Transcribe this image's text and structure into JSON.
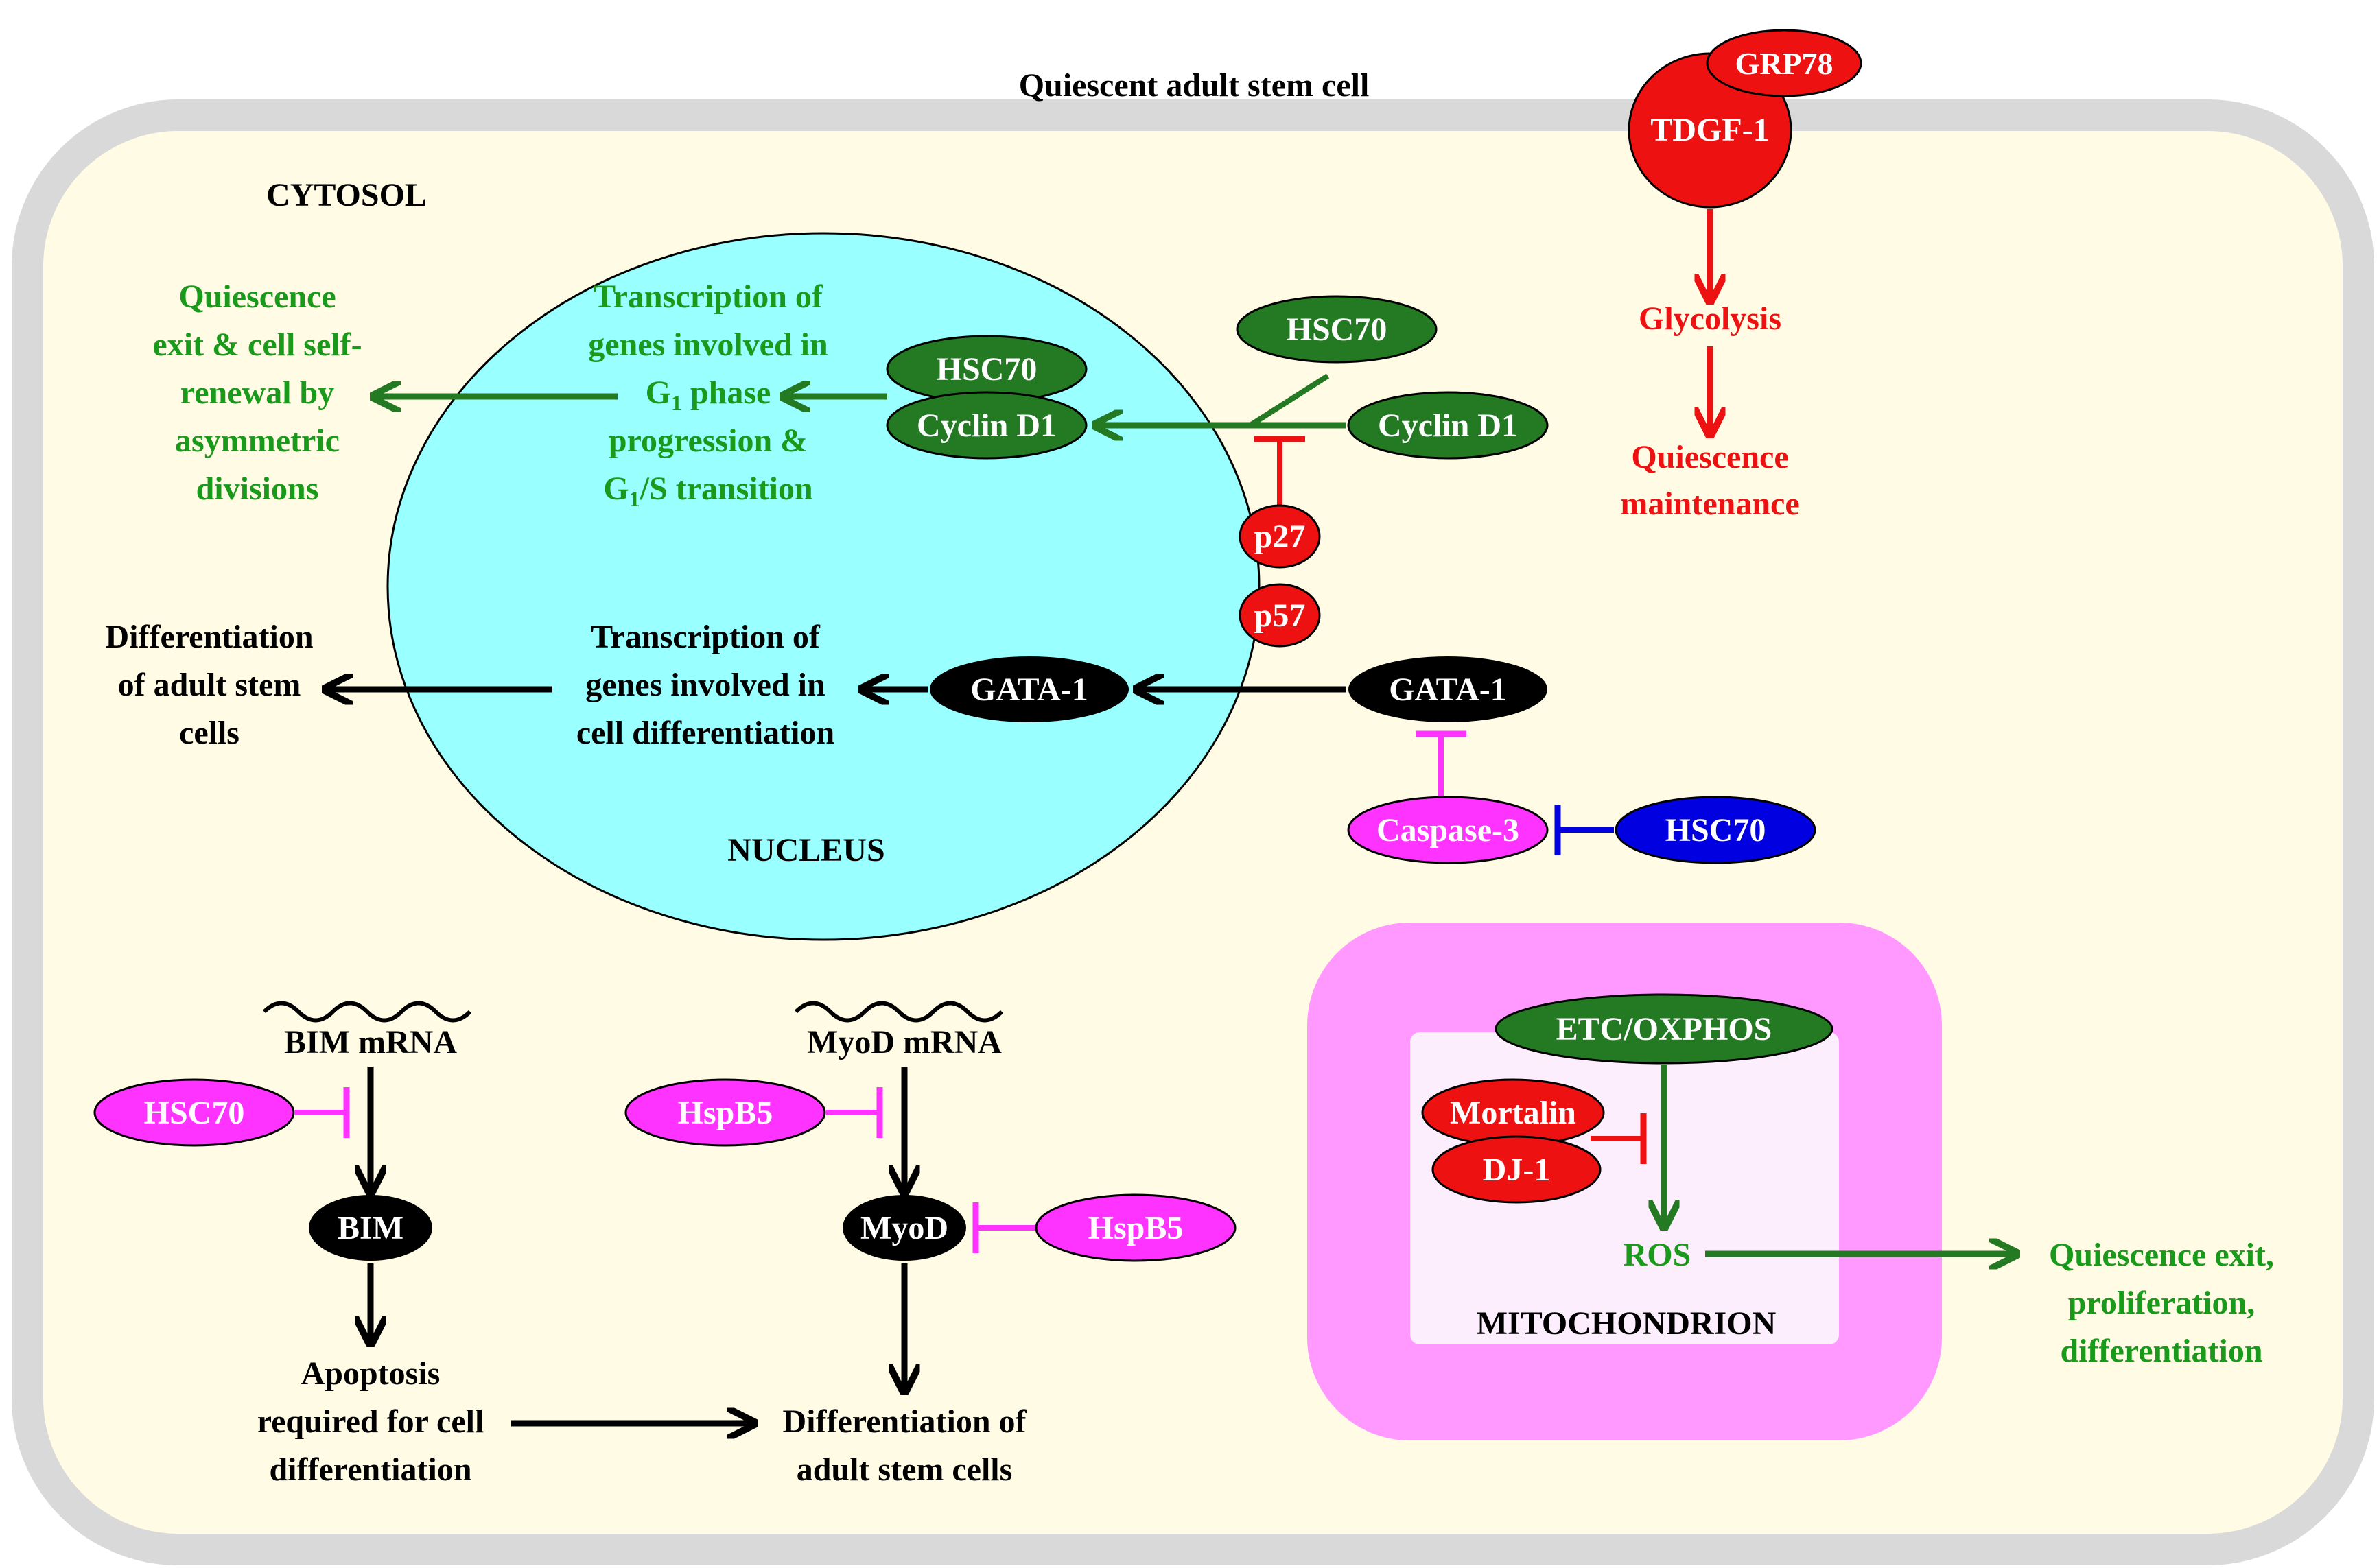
{
  "title": "Quiescent adult stem cell",
  "compartments": {
    "cytosol": "CYTOSOL",
    "nucleus": "NUCLEUS",
    "mitochondrion": "MITOCHONDRION"
  },
  "membrane_proteins": {
    "grp78": "GRP78",
    "tdgf1": "TDGF-1"
  },
  "glycolysis_path": {
    "glycolysis": "Glycolysis",
    "maintenance_line1": "Quiescence",
    "maintenance_line2": "maintenance"
  },
  "cyclin_path": {
    "hsc70_free": "HSC70",
    "cyclin_free": "Cyclin D1",
    "hsc70_complex": "HSC70",
    "cyclin_complex": "Cyclin D1",
    "p27": "p27",
    "p57": "p57",
    "transcription_lines": [
      "Transcription of",
      "genes involved in",
      "G",
      "1",
      " phase",
      "progression &",
      "G",
      "1",
      "/S transition"
    ],
    "outcome_lines": [
      "Quiescence",
      "exit & cell self-",
      "renewal by",
      "asymmetric",
      "divisions"
    ]
  },
  "gata_path": {
    "gata1_cytosol": "GATA-1",
    "gata1_nucleus": "GATA-1",
    "caspase3": "Caspase-3",
    "hsc70": "HSC70",
    "transcription_lines": [
      "Transcription of",
      "genes involved in",
      "cell differentiation"
    ],
    "outcome_lines": [
      "Differentiation",
      "of adult stem",
      "cells"
    ]
  },
  "bim_path": {
    "mrna": "BIM mRNA",
    "hsc70": "HSC70",
    "bim": "BIM",
    "outcome_lines": [
      "Apoptosis",
      "required for cell",
      "differentiation"
    ]
  },
  "myod_path": {
    "mrna": "MyoD mRNA",
    "hspb5_left": "HspB5",
    "myod": "MyoD",
    "hspb5_right": "HspB5",
    "outcome_lines": [
      "Differentiation of",
      "adult stem cells"
    ]
  },
  "mito_path": {
    "etc": "ETC/OXPHOS",
    "mortalin": "Mortalin",
    "dj1": "DJ-1",
    "ros": "ROS",
    "outcome_lines": [
      "Quiescence exit,",
      "proliferation,",
      "differentiation"
    ]
  },
  "colors": {
    "green_node": "#237a23",
    "green_text": "#1a9a1a",
    "red": "#ee1111",
    "magenta": "#ff33ff",
    "blue": "#0000e0",
    "black": "#000000",
    "cytosol": "#fffbe5",
    "membrane": "#d9d9d9",
    "nucleus": "#99ffff",
    "mito_outer": "#ff99ff",
    "mito_inner": "#fdeefd"
  }
}
